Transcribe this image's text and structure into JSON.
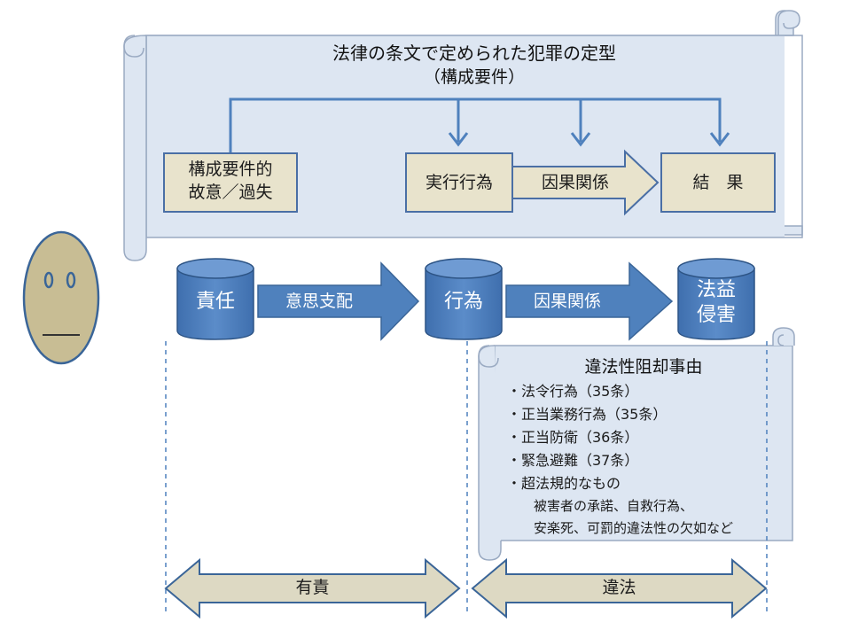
{
  "scroll_top": {
    "title": "法律の条文で定められた犯罪の定型",
    "subtitle": "（構成要件）",
    "box_intent": "構成要件的\n故意／過失",
    "box_act": "実行行為",
    "arrow_causation": "因果関係",
    "box_result": "結　果"
  },
  "main_row": {
    "cyl_responsibility": "責任",
    "arrow_will": "意思支配",
    "cyl_act": "行為",
    "arrow_causation": "因果関係",
    "cyl_harm": "法益\n侵害"
  },
  "justification": {
    "title": "違法性阻却事由",
    "items": [
      "・法令行為（35条）",
      "・正当業務行為（35条）",
      "・正当防衛（36条）",
      "・緊急避難（37条）",
      "・超法規的なもの"
    ],
    "sub_items": [
      "被害者の承諾、自救行為、",
      "安楽死、可罰的違法性の欠如など"
    ]
  },
  "bottom": {
    "left_label": "有責",
    "right_label": "違法"
  },
  "colors": {
    "scroll_fill": "#dde6f2",
    "scroll_border": "#9aaac2",
    "box_fill": "#e8e3cc",
    "box_border": "#4a6fa5",
    "blue": "#4f81bd",
    "dark_blue": "#3a6598",
    "tan": "#ddd9c3",
    "face": "#c8bd94"
  },
  "icons": [
    "face-icon"
  ]
}
